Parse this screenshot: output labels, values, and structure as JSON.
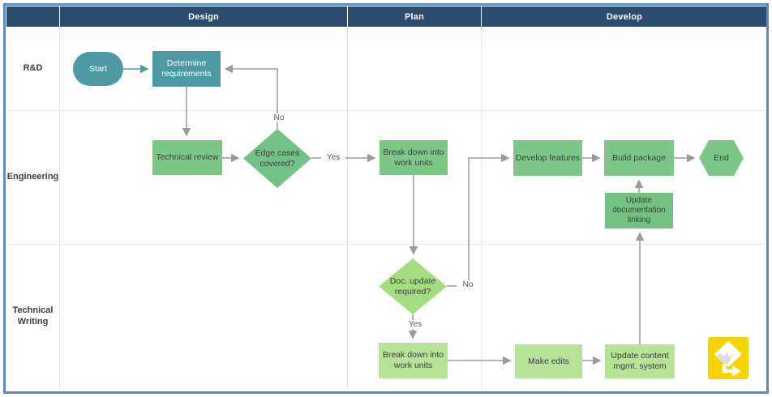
{
  "header": {
    "columns": [
      "",
      "Design",
      "Plan",
      "Develop"
    ],
    "bg_color": "#2d4b6e",
    "text_color": "#ffffff"
  },
  "lanes": [
    "R&D",
    "Engineering",
    "Technical Writing"
  ],
  "nodes": {
    "start": "Start",
    "determine": "Determine requirements",
    "technical_review": "Technical review",
    "edge_cases": "Edge cases covered?",
    "breakdown_eng": "Break down into work units",
    "develop_features": "Develop features",
    "build_package": "Build package",
    "end": "End",
    "update_doc": "Update documentation linking",
    "doc_update": "Doc. update required?",
    "breakdown_tw": "Break down into work units",
    "make_edits": "Make edits",
    "update_cms": "Update content mgmt. system"
  },
  "edge_labels": {
    "no_top": "No",
    "yes_top": "Yes",
    "no_bottom": "No",
    "yes_bottom": "Yes"
  },
  "colors": {
    "frame_border": "#5b87cd",
    "teal": "#4d9aa5",
    "green": "#7cc787",
    "green_dark": "#74c181",
    "light_green": "#b7e396",
    "diamond_green": "#72c287",
    "diamond_light": "#a6dc80",
    "arrow_gray": "#9a9a9a",
    "logo_yellow": "#f5d400"
  }
}
